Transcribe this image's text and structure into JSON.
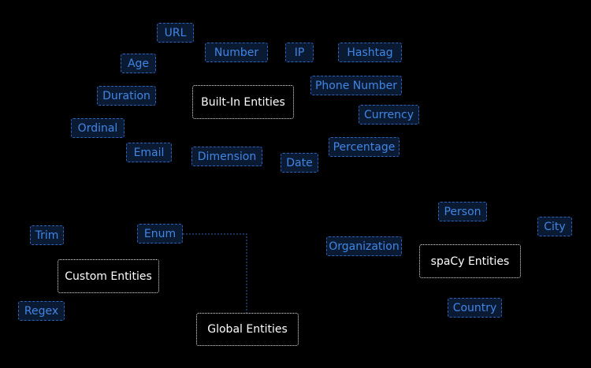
{
  "groups": {
    "builtin": "Built-In Entities",
    "custom": "Custom Entities",
    "global": "Global Entities",
    "spacy": "spaCy Entities"
  },
  "builtin_items": {
    "url": "URL",
    "number": "Number",
    "ip": "IP",
    "hashtag": "Hashtag",
    "age": "Age",
    "phone": "Phone Number",
    "duration": "Duration",
    "currency": "Currency",
    "ordinal": "Ordinal",
    "email": "Email",
    "dimension": "Dimension",
    "date": "Date",
    "percentage": "Percentage"
  },
  "custom_items": {
    "trim": "Trim",
    "enum": "Enum",
    "regex": "Regex"
  },
  "spacy_items": {
    "person": "Person",
    "city": "City",
    "organization": "Organization",
    "country": "Country"
  },
  "colors": {
    "background": "#000000",
    "tag_text": "#3f86e4",
    "tag_border": "#2f62b8",
    "tag_fill": "#0b1a33",
    "group_border": "#e8e8e8",
    "group_text": "#ffffff",
    "connector": "#2f62b8"
  }
}
